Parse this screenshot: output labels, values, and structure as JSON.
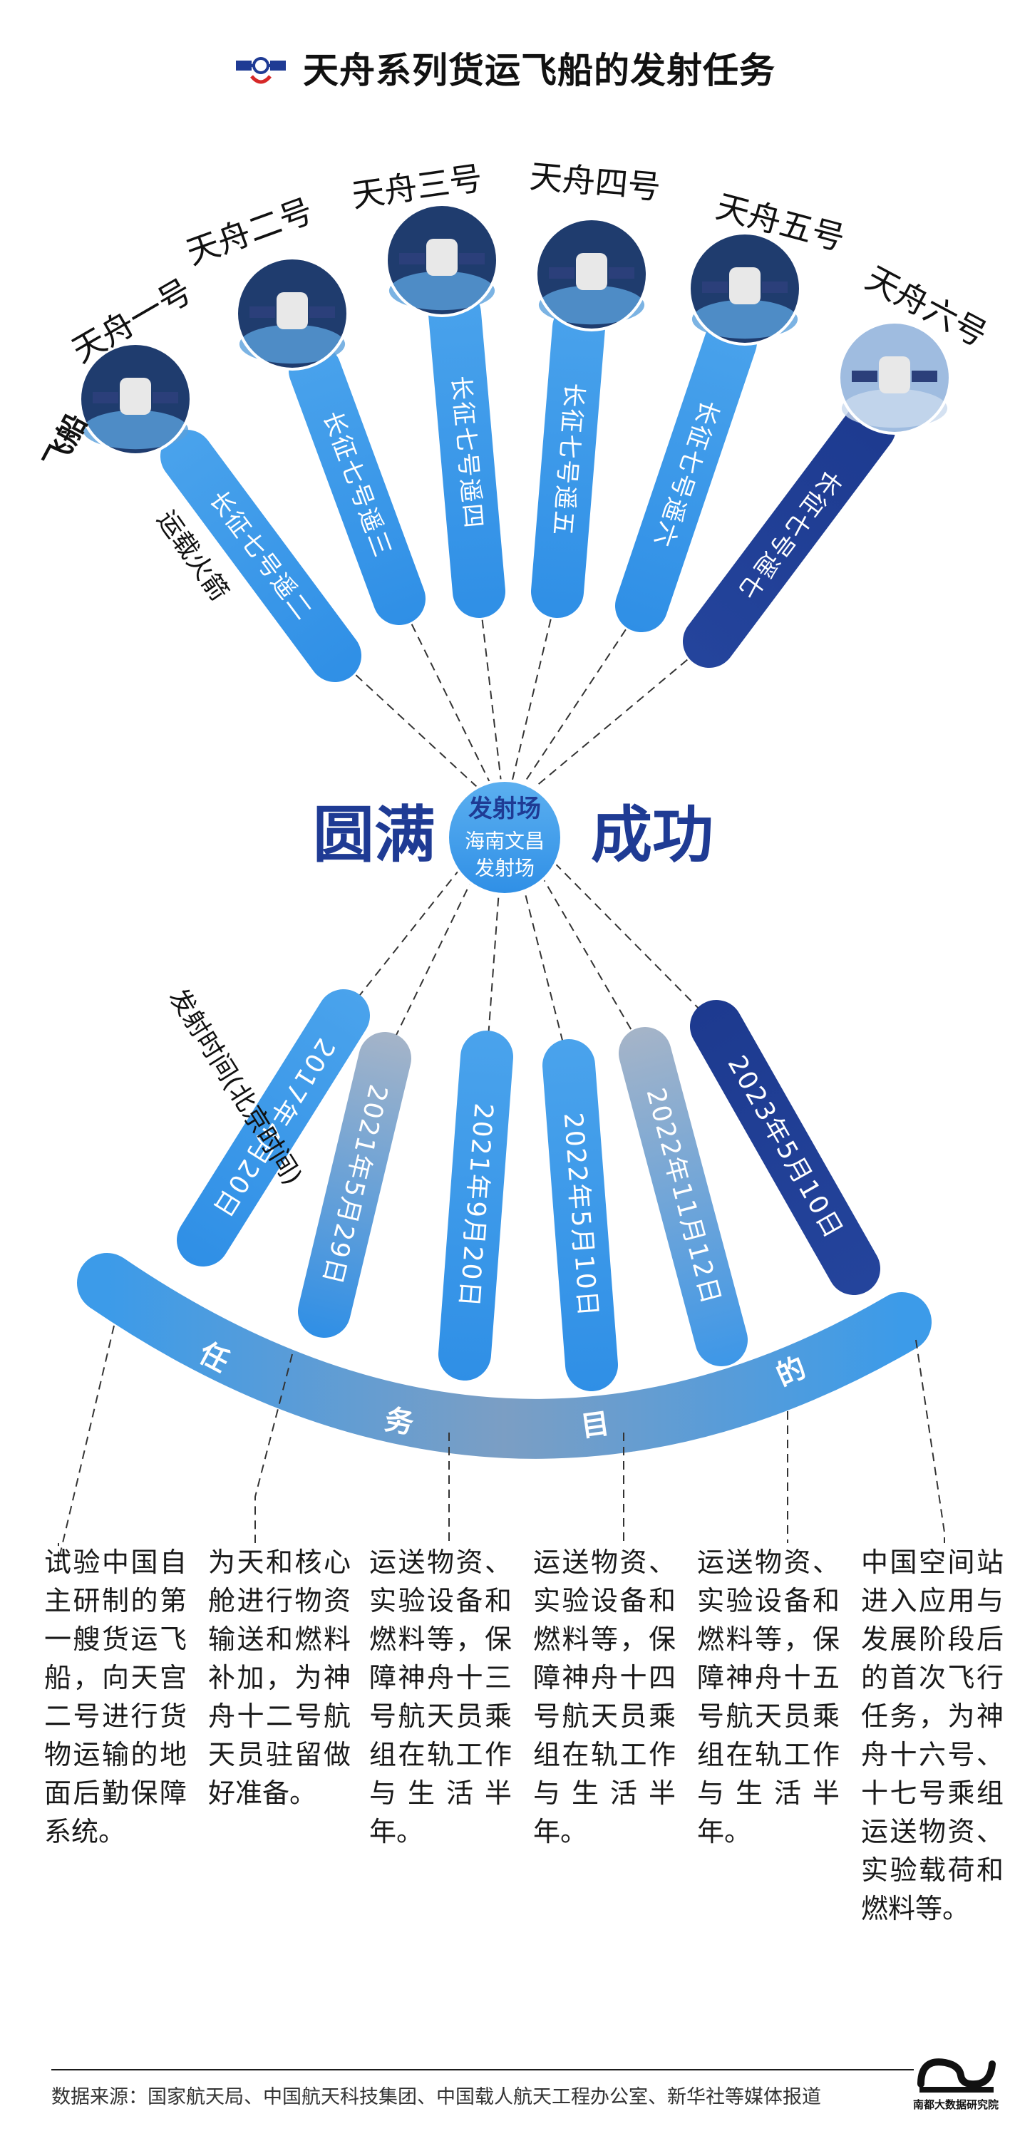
{
  "header": {
    "title": "天舟系列货运飞船的发射任务",
    "logo_icon": "satellite-icon"
  },
  "labels": {
    "spacecraft": "飞船",
    "rocket": "运载火箭",
    "launch_time": "发射时间(北京时间)",
    "center_left": "圆满",
    "center_right": "成功",
    "hub_title": "发射场",
    "hub_line1": "海南文昌",
    "hub_line2": "发射场",
    "mission_arc": [
      "任",
      "务",
      "目",
      "的"
    ]
  },
  "missions": [
    {
      "name": "天舟一号",
      "rocket": "长征七号遥二",
      "date": "2017年4月20日",
      "purpose": "试验中国自主研制的第一艘货运飞船，向天宫二号进行货物运输的地面后勤保障系统。"
    },
    {
      "name": "天舟二号",
      "rocket": "长征七号遥三",
      "date": "2021年5月29日",
      "purpose": "为天和核心舱进行物资输送和燃料补加，为神舟十二号航天员驻留做好准备。"
    },
    {
      "name": "天舟三号",
      "rocket": "长征七号遥四",
      "date": "2021年9月20日",
      "purpose": "运送物资、实验设备和燃料等，保障神舟十三号航天员乘组在轨工作与生活半年。"
    },
    {
      "name": "天舟四号",
      "rocket": "长征七号遥五",
      "date": "2022年5月10日",
      "purpose": "运送物资、实验设备和燃料等，保障神舟十四号航天员乘组在轨工作与生活半年。"
    },
    {
      "name": "天舟五号",
      "rocket": "长征七号遥六",
      "date": "2022年11月12日",
      "purpose": "运送物资、实验设备和燃料等，保障神舟十五号航天员乘组在轨工作与生活半年。"
    },
    {
      "name": "天舟六号",
      "rocket": "长征七号遥七",
      "date": "2023年5月10日",
      "purpose": "中国空间站进入应用与发展阶段后的首次飞行任务，为神舟十六号、十七号乘组运送物资、实验载荷和燃料等。"
    }
  ],
  "footer": {
    "source": "数据来源：国家航天局、中国航天科技集团、中国载人航天工程办公室、新华社等媒体报道",
    "logo_text": "南都大数据研究院",
    "logo_icon": "wave-logo-icon"
  },
  "colors": {
    "blue_light": "#4aa3ec",
    "blue_mid": "#2f8fe6",
    "navy": "#1d3a8f",
    "gray_blue": "#a5b4c8",
    "title_blue": "#1f3b94"
  }
}
